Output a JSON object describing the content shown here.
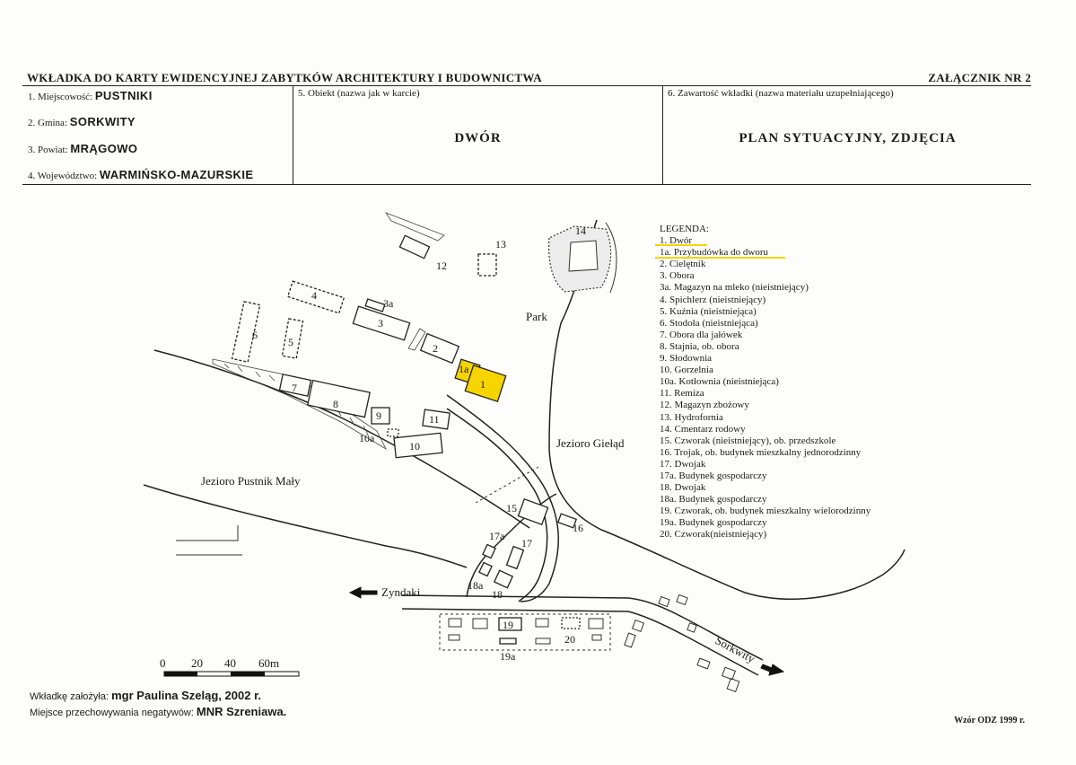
{
  "header": {
    "title": "WKŁADKA DO KARTY EWIDENCYJNEJ ZABYTKÓW ARCHITEKTURY I BUDOWNICTWA",
    "annex": "ZAŁĄCZNIK NR 2"
  },
  "form": {
    "locality_label": "1. Miejscowość:",
    "locality_value": "PUSTNIKI",
    "commune_label": "2. Gmina:",
    "commune_value": "SORKWITY",
    "district_label": "3. Powiat:",
    "district_value": "MRĄGOWO",
    "province_label": "4. Województwo:",
    "province_value": "WARMIŃSKO-MAZURSKIE",
    "object_label": "5. Obiekt (nazwa jak w karcie)",
    "object_value": "DWÓR",
    "content_label": "6. Zawartość wkładki (nazwa materiału uzupełniającego)",
    "content_value": "PLAN SYTUACYJNY, ZDJĘCIA"
  },
  "map": {
    "labels": {
      "park": "Park",
      "lake_gielad": "Jezioro Giełąd",
      "lake_pustnik": "Jezioro Pustnik Mały",
      "to_zyndaki": "Zyndaki",
      "to_sorkwity": "Sorkwity"
    },
    "scale": {
      "ticks": [
        "0",
        "20",
        "40",
        "60m"
      ]
    },
    "numbers": {
      "n1": "1",
      "n1a": "1a",
      "n2": "2",
      "n3": "3",
      "n3a": "3a",
      "n4": "4",
      "n5": "5",
      "n6": "6",
      "n7": "7",
      "n8": "8",
      "n9": "9",
      "n10": "10",
      "n10a": "10a",
      "n11": "11",
      "n12": "12",
      "n13": "13",
      "n14": "14",
      "n15": "15",
      "n16": "16",
      "n17": "17",
      "n17a": "17a",
      "n18": "18",
      "n18a": "18a",
      "n19": "19",
      "n19a": "19a",
      "n20": "20"
    },
    "highlight_color": "#f5d400"
  },
  "legend": {
    "title": "LEGENDA:",
    "items": [
      "1. Dwór",
      "1a. Przybudówka do dworu",
      "2. Cielętnik",
      "3. Obora",
      "3a. Magazyn na mleko (nieistniejący)",
      "4. Spichlerz (nieistniejący)",
      "5. Kuźnia (nieistniejąca)",
      "6. Stodoła (nieistniejąca)",
      "7. Obora dla jałówek",
      "8. Stajnia, ob. obora",
      "9. Słodownia",
      "10. Gorzelnia",
      "10a. Kotłownia (nieistniejąca)",
      "11. Remiza",
      "12. Magazyn zbożowy",
      "13. Hydrofornia",
      "14. Cmentarz rodowy",
      "15. Czworak (nieistniejący), ob. przedszkole",
      "16. Trojak, ob. budynek mieszkalny jednorodzinny",
      "17. Dwojak",
      "17a. Budynek gospodarczy",
      "18. Dwojak",
      "18a. Budynek gospodarczy",
      "19. Czworak, ob. budynek mieszkalny wielorodzinny",
      "19a. Budynek gospodarczy",
      "20. Czworak(nieistniejący)"
    ]
  },
  "footer": {
    "author_label": "Wkładkę założyła:",
    "author_value": "mgr Paulina Szeląg, 2002 r.",
    "storage_label": "Miejsce przechowywania negatywów:",
    "storage_value": "MNR Szreniawa.",
    "template": "Wzór ODZ 1999 r."
  }
}
